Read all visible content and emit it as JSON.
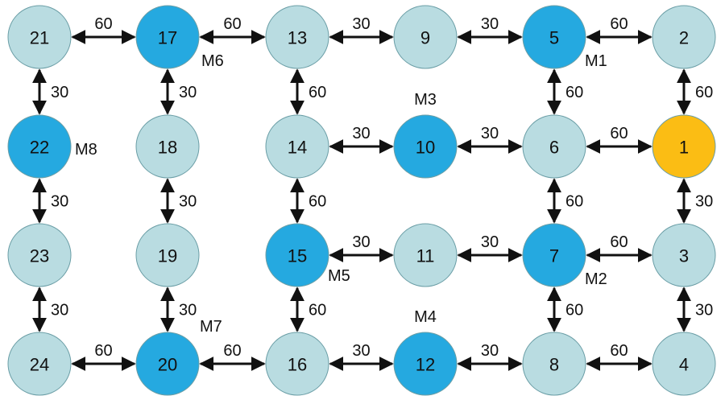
{
  "colors": {
    "node_default": "#b9dce1",
    "node_marked": "#25a9e0",
    "node_start": "#fbbd14",
    "edge": "#111111",
    "stroke": "#6b9ea6"
  },
  "nodes": [
    {
      "id": "21",
      "label": "21",
      "type": "default"
    },
    {
      "id": "17",
      "label": "17",
      "type": "marked"
    },
    {
      "id": "13",
      "label": "13",
      "type": "default"
    },
    {
      "id": "9",
      "label": "9",
      "type": "default"
    },
    {
      "id": "5",
      "label": "5",
      "type": "marked"
    },
    {
      "id": "2",
      "label": "2",
      "type": "default"
    },
    {
      "id": "22",
      "label": "22",
      "type": "marked"
    },
    {
      "id": "18",
      "label": "18",
      "type": "default"
    },
    {
      "id": "14",
      "label": "14",
      "type": "default"
    },
    {
      "id": "10",
      "label": "10",
      "type": "marked"
    },
    {
      "id": "6",
      "label": "6",
      "type": "default"
    },
    {
      "id": "1",
      "label": "1",
      "type": "start"
    },
    {
      "id": "23",
      "label": "23",
      "type": "default"
    },
    {
      "id": "19",
      "label": "19",
      "type": "default"
    },
    {
      "id": "15",
      "label": "15",
      "type": "marked"
    },
    {
      "id": "11",
      "label": "11",
      "type": "default"
    },
    {
      "id": "7",
      "label": "7",
      "type": "marked"
    },
    {
      "id": "3",
      "label": "3",
      "type": "default"
    },
    {
      "id": "24",
      "label": "24",
      "type": "default"
    },
    {
      "id": "20",
      "label": "20",
      "type": "marked"
    },
    {
      "id": "16",
      "label": "16",
      "type": "default"
    },
    {
      "id": "12",
      "label": "12",
      "type": "marked"
    },
    {
      "id": "8",
      "label": "8",
      "type": "default"
    },
    {
      "id": "4",
      "label": "4",
      "type": "default"
    }
  ],
  "edges": [
    {
      "from": "21",
      "to": "17",
      "weight": "60"
    },
    {
      "from": "17",
      "to": "13",
      "weight": "60"
    },
    {
      "from": "13",
      "to": "9",
      "weight": "30"
    },
    {
      "from": "9",
      "to": "5",
      "weight": "30"
    },
    {
      "from": "5",
      "to": "2",
      "weight": "60"
    },
    {
      "from": "14",
      "to": "10",
      "weight": "30"
    },
    {
      "from": "10",
      "to": "6",
      "weight": "30"
    },
    {
      "from": "6",
      "to": "1",
      "weight": "60"
    },
    {
      "from": "15",
      "to": "11",
      "weight": "30"
    },
    {
      "from": "11",
      "to": "7",
      "weight": "30"
    },
    {
      "from": "7",
      "to": "3",
      "weight": "60"
    },
    {
      "from": "24",
      "to": "20",
      "weight": "60"
    },
    {
      "from": "20",
      "to": "16",
      "weight": "60"
    },
    {
      "from": "16",
      "to": "12",
      "weight": "30"
    },
    {
      "from": "12",
      "to": "8",
      "weight": "30"
    },
    {
      "from": "8",
      "to": "4",
      "weight": "60"
    },
    {
      "from": "21",
      "to": "22",
      "weight": "30"
    },
    {
      "from": "22",
      "to": "23",
      "weight": "30"
    },
    {
      "from": "23",
      "to": "24",
      "weight": "30"
    },
    {
      "from": "17",
      "to": "18",
      "weight": "30"
    },
    {
      "from": "18",
      "to": "19",
      "weight": "30"
    },
    {
      "from": "19",
      "to": "20",
      "weight": "30"
    },
    {
      "from": "13",
      "to": "14",
      "weight": "60"
    },
    {
      "from": "14",
      "to": "15",
      "weight": "60"
    },
    {
      "from": "15",
      "to": "16",
      "weight": "60"
    },
    {
      "from": "5",
      "to": "6",
      "weight": "60"
    },
    {
      "from": "6",
      "to": "7",
      "weight": "60"
    },
    {
      "from": "7",
      "to": "8",
      "weight": "60"
    },
    {
      "from": "2",
      "to": "1",
      "weight": "60"
    },
    {
      "from": "1",
      "to": "3",
      "weight": "30"
    },
    {
      "from": "3",
      "to": "4",
      "weight": "30"
    }
  ],
  "machines": [
    {
      "label": "M1",
      "node": "5"
    },
    {
      "label": "M2",
      "node": "7"
    },
    {
      "label": "M3",
      "node": "10"
    },
    {
      "label": "M4",
      "node": "12"
    },
    {
      "label": "M5",
      "node": "15"
    },
    {
      "label": "M6",
      "node": "17"
    },
    {
      "label": "M7",
      "node": "20"
    },
    {
      "label": "M8",
      "node": "22"
    }
  ]
}
